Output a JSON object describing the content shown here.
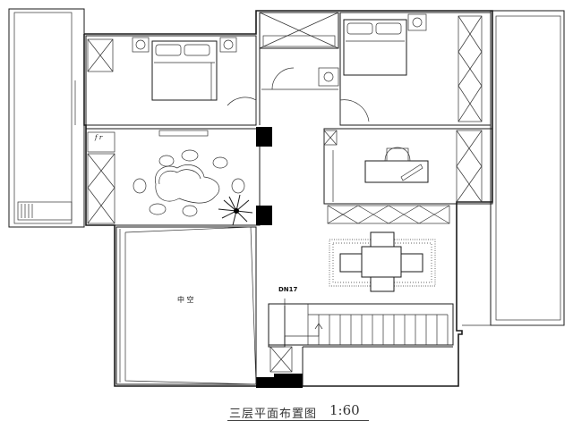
{
  "drawing": {
    "title": "三层平面布置图",
    "scale": "1:60"
  },
  "labels": {
    "void": "中 空",
    "stair_down": "DN17",
    "fridge_mark": "f  r"
  }
}
